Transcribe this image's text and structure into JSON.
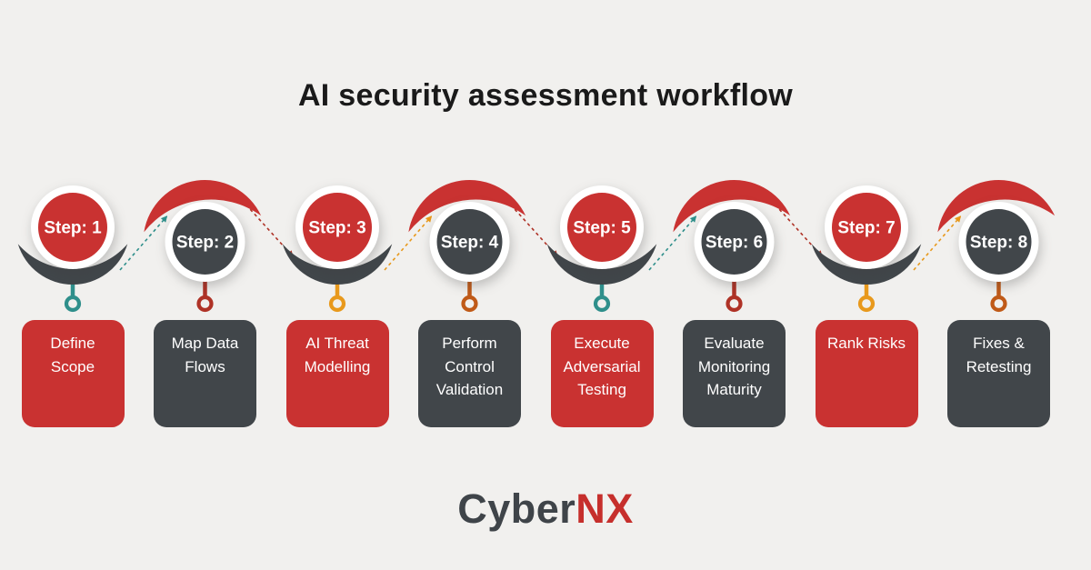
{
  "title": "AI security assessment workflow",
  "logo": {
    "gray": "Cyber",
    "red": "NX"
  },
  "colors": {
    "bg": "#F1F0EE",
    "red": "#C93231",
    "dark": "#41464A",
    "teal": "#2F8F8B",
    "brick": "#AF3226",
    "amber": "#E8991C",
    "rust": "#C05A18",
    "white": "#FFFFFF"
  },
  "steps": [
    {
      "label": "Step: 1",
      "box": "Define Scope",
      "variant": "red",
      "pin": "teal"
    },
    {
      "label": "Step: 2",
      "box": "Map Data Flows",
      "variant": "dark",
      "pin": "brick"
    },
    {
      "label": "Step: 3",
      "box": "AI Threat Modelling",
      "variant": "red",
      "pin": "amber"
    },
    {
      "label": "Step: 4",
      "box": "Perform Control Validation",
      "variant": "dark",
      "pin": "rust"
    },
    {
      "label": "Step: 5",
      "box": "Execute Adversarial Testing",
      "variant": "red",
      "pin": "teal"
    },
    {
      "label": "Step: 6",
      "box": "Evaluate Monitoring Maturity",
      "variant": "dark",
      "pin": "brick"
    },
    {
      "label": "Step: 7",
      "box": "Rank Risks",
      "variant": "red",
      "pin": "amber"
    },
    {
      "label": "Step: 8",
      "box": "Fixes & Retesting",
      "variant": "dark",
      "pin": "rust"
    }
  ],
  "arrows": [
    {
      "color": "teal"
    },
    {
      "color": "brick"
    },
    {
      "color": "amber"
    },
    {
      "color": "brick"
    },
    {
      "color": "teal"
    },
    {
      "color": "brick"
    },
    {
      "color": "amber"
    }
  ]
}
